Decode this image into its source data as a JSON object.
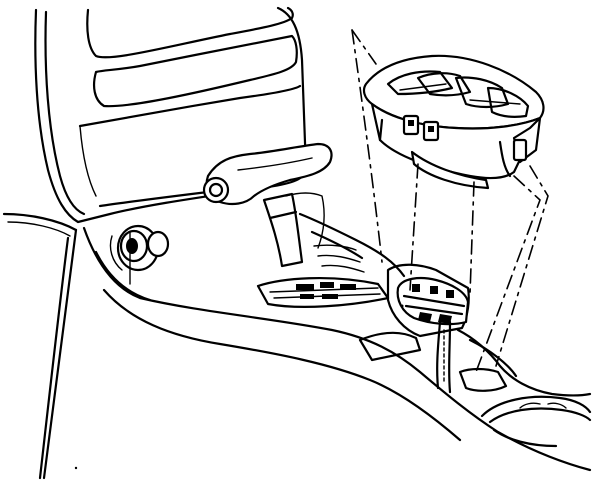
{
  "figure": {
    "kind": "exploded-view line drawing",
    "components": [
      {
        "id": "seat",
        "icon": "seat-back-icon"
      },
      {
        "id": "gear-shift-lever",
        "icon": "gear-lever-icon"
      },
      {
        "id": "center-console",
        "icon": "console-icon"
      },
      {
        "id": "switch-assembly",
        "icon": "switch-block-icon"
      },
      {
        "id": "electrical-connector",
        "icon": "connector-icon"
      },
      {
        "id": "cup-holder",
        "icon": "cup-holder-icon"
      },
      {
        "id": "power-outlet",
        "icon": "power-outlet-icon"
      }
    ],
    "ink_color": "#000000",
    "paper_color": "#ffffff"
  }
}
